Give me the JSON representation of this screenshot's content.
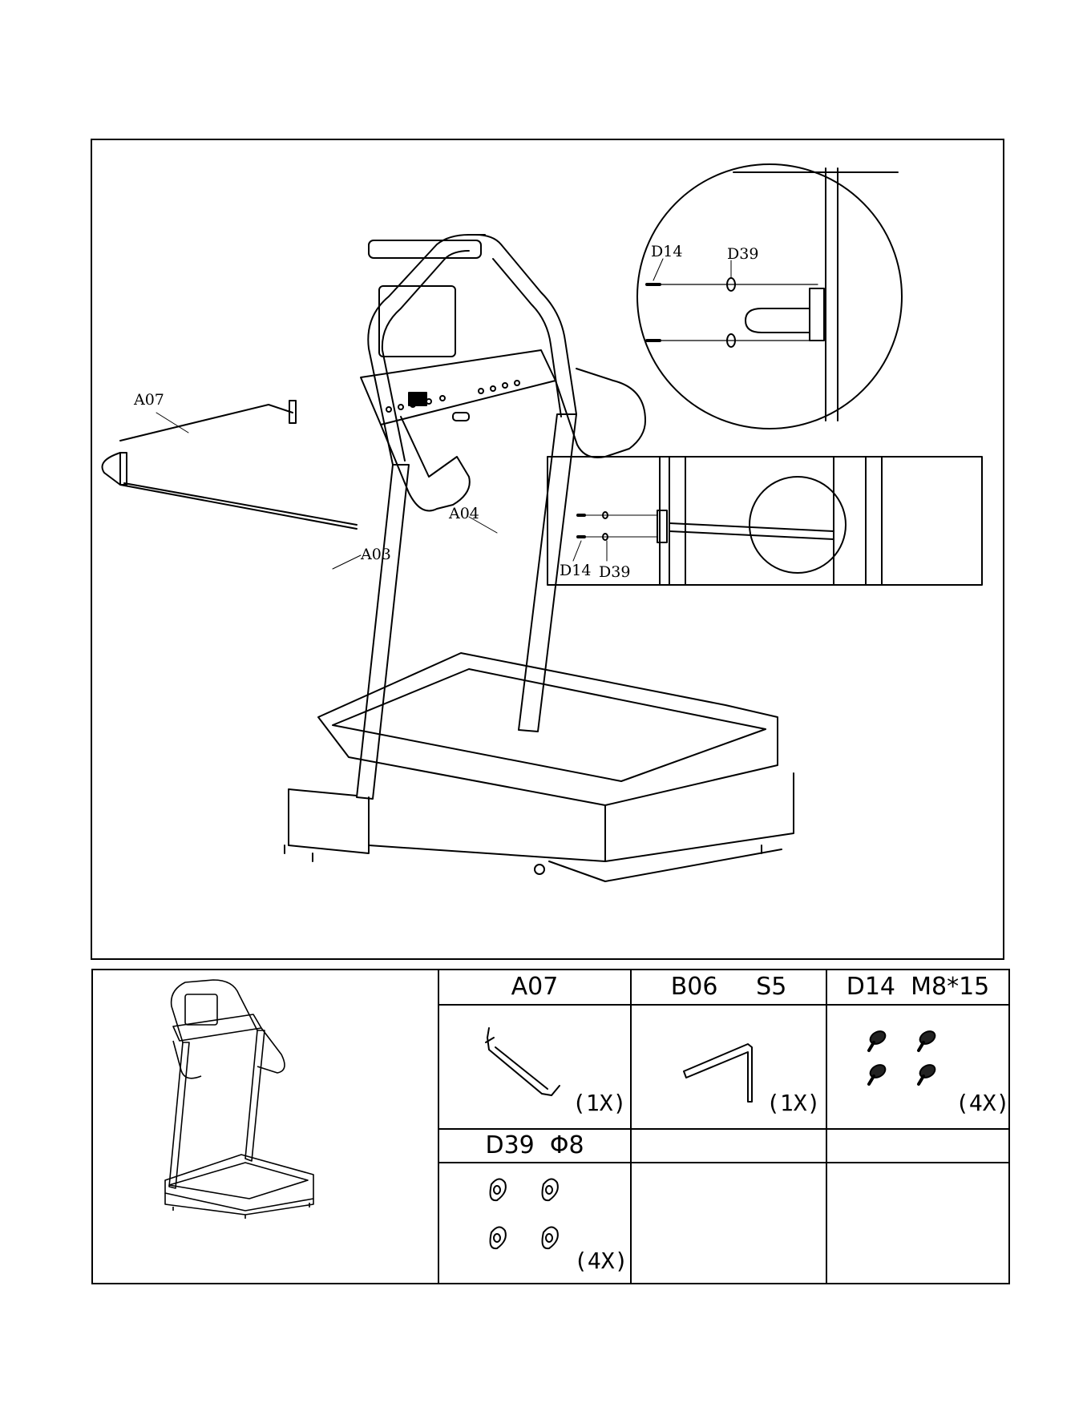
{
  "diagram": {
    "labels": {
      "a07": "A07",
      "a04": "A04",
      "a03": "A03",
      "d14_top": "D14",
      "d39_top": "D39",
      "d14_side": "D14",
      "d39_side": "D39"
    }
  },
  "parts": [
    {
      "code": "A07",
      "spec": "",
      "qty": "(1X)",
      "icon": "handrail-bar-icon"
    },
    {
      "code": "B06",
      "spec": "S5",
      "qty": "(1X)",
      "icon": "allen-key-icon"
    },
    {
      "code": "D14",
      "spec": "M8*15",
      "qty": "(4X)",
      "icon": "bolt-icon"
    },
    {
      "code": "D39",
      "spec": "Φ8",
      "qty": "(4X)",
      "icon": "washer-icon"
    }
  ]
}
